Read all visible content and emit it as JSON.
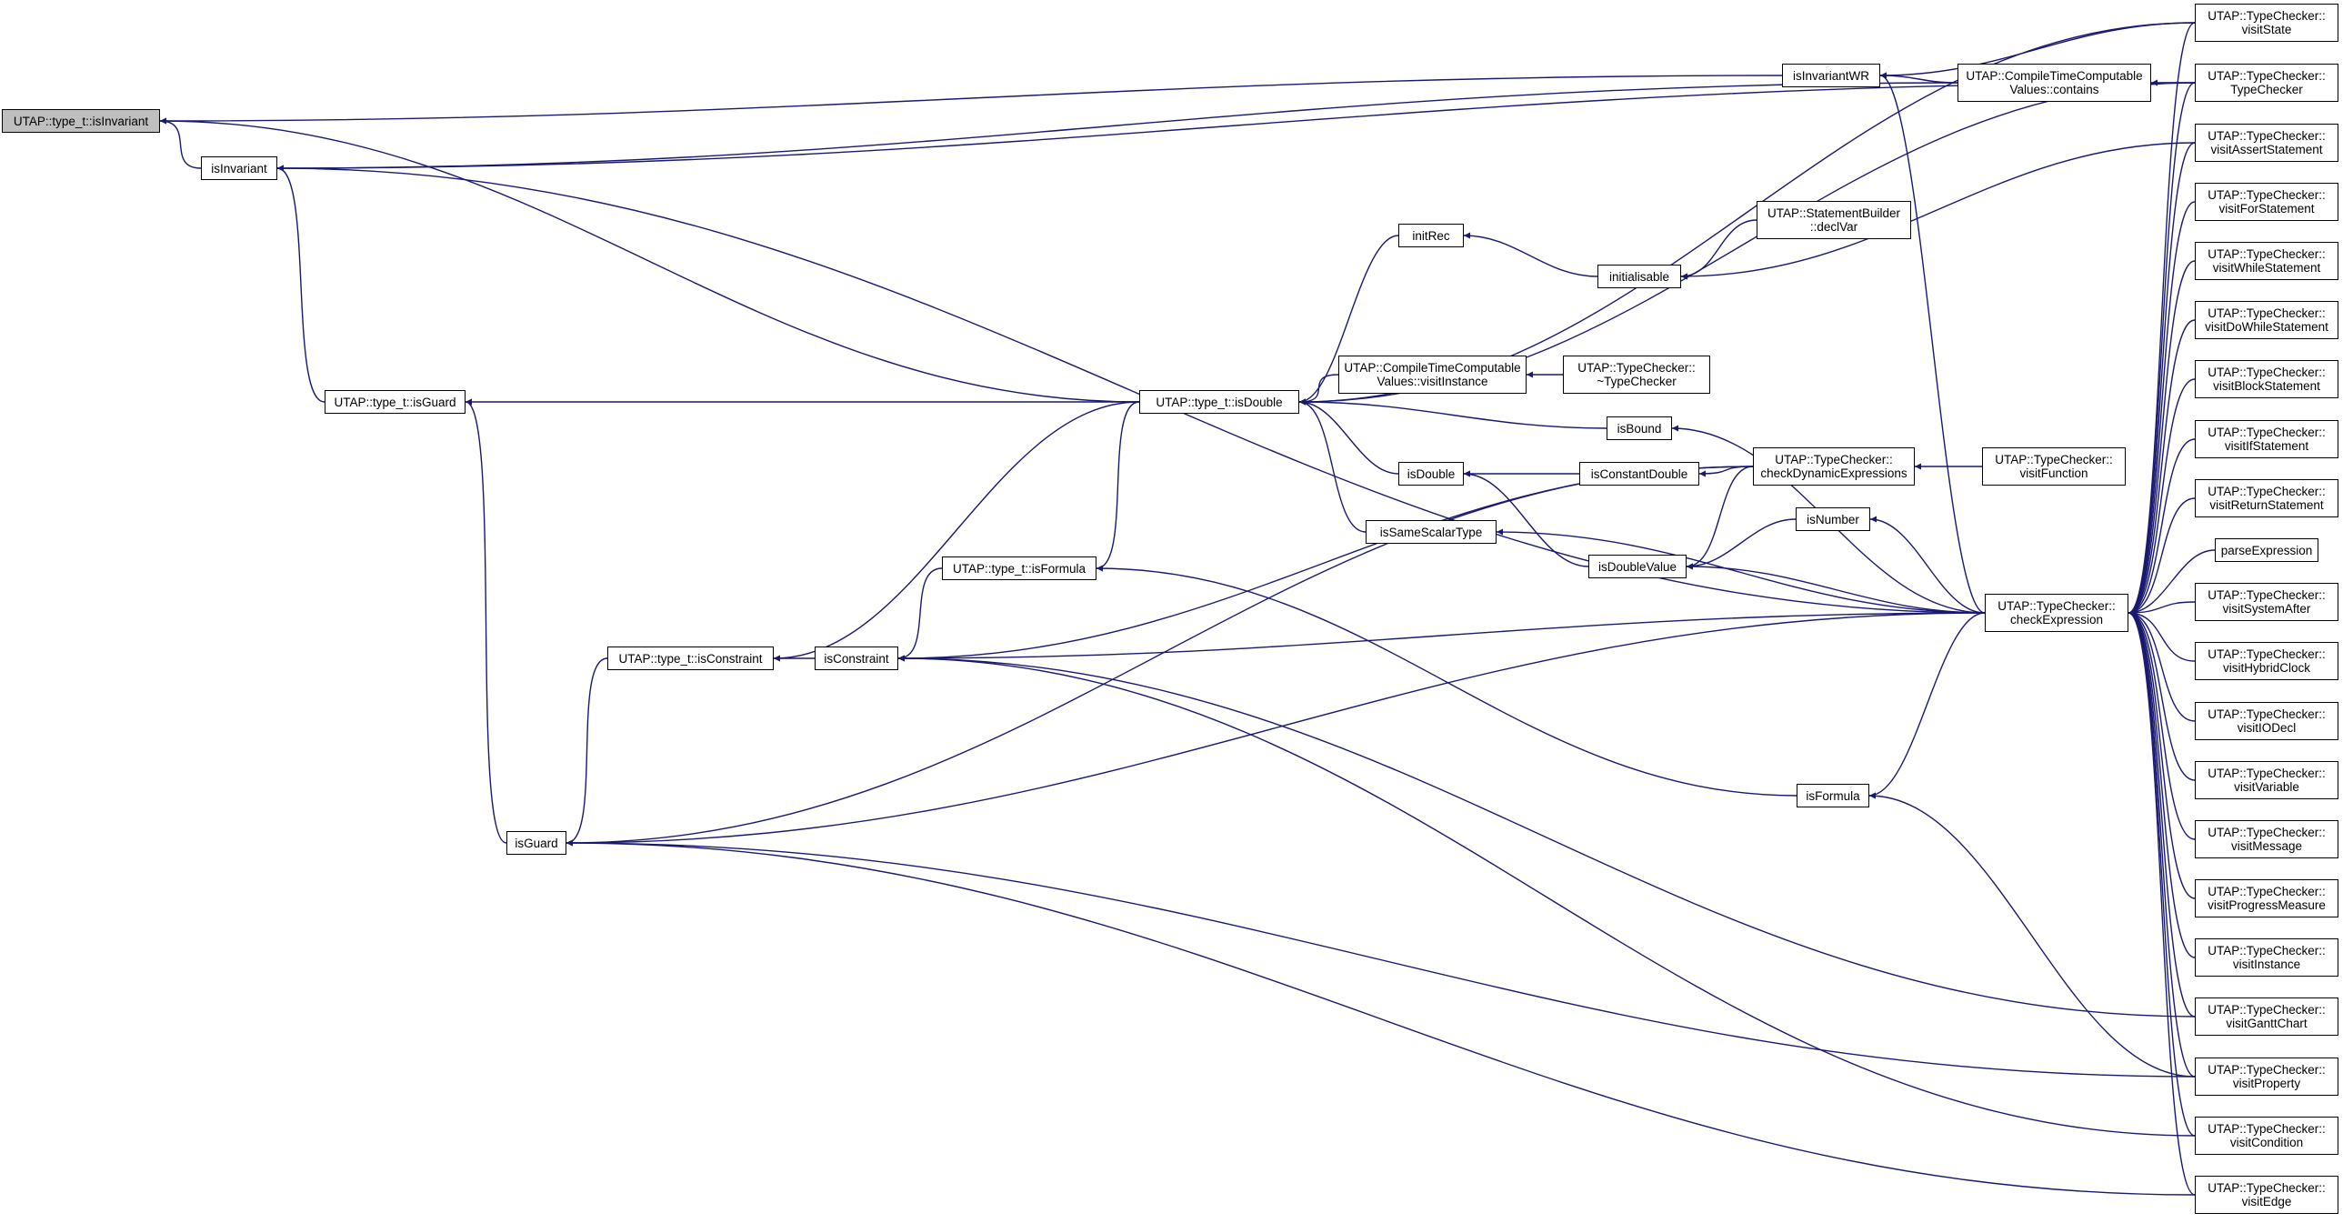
{
  "graph": {
    "edge_color": "#191970",
    "root_fill": "#bfbfbf",
    "nodes": [
      {
        "id": "root",
        "lines": [
          "UTAP::type_t::isInvariant"
        ],
        "root": true
      },
      {
        "id": "isInvariant",
        "lines": [
          "isInvariant"
        ]
      },
      {
        "id": "isGuardT",
        "lines": [
          "UTAP::type_t::isGuard"
        ]
      },
      {
        "id": "isGuard",
        "lines": [
          "isGuard"
        ]
      },
      {
        "id": "isConstraintT",
        "lines": [
          "UTAP::type_t::isConstraint"
        ]
      },
      {
        "id": "isConstraint",
        "lines": [
          "isConstraint"
        ]
      },
      {
        "id": "isFormulaT",
        "lines": [
          "UTAP::type_t::isFormula"
        ]
      },
      {
        "id": "isDoubleT",
        "lines": [
          "UTAP::type_t::isDouble"
        ]
      },
      {
        "id": "initRec",
        "lines": [
          "initRec"
        ]
      },
      {
        "id": "ctcVisitInstance",
        "lines": [
          "UTAP::CompileTimeComputable",
          "Values::visitInstance"
        ]
      },
      {
        "id": "isDouble",
        "lines": [
          "isDouble"
        ]
      },
      {
        "id": "isSameScalarType",
        "lines": [
          "isSameScalarType"
        ]
      },
      {
        "id": "initialisable",
        "lines": [
          "initialisable"
        ]
      },
      {
        "id": "declVar",
        "lines": [
          "UTAP::StatementBuilder",
          "::declVar"
        ]
      },
      {
        "id": "dtor",
        "lines": [
          "UTAP::TypeChecker::",
          "~TypeChecker"
        ]
      },
      {
        "id": "isBound",
        "lines": [
          "isBound"
        ]
      },
      {
        "id": "isConstantDouble",
        "lines": [
          "isConstantDouble"
        ]
      },
      {
        "id": "isDoubleValue",
        "lines": [
          "isDoubleValue"
        ]
      },
      {
        "id": "isNumber",
        "lines": [
          "isNumber"
        ]
      },
      {
        "id": "checkDyn",
        "lines": [
          "UTAP::TypeChecker::",
          "checkDynamicExpressions"
        ]
      },
      {
        "id": "visitFunction",
        "lines": [
          "UTAP::TypeChecker::",
          "visitFunction"
        ]
      },
      {
        "id": "isInvariantWR",
        "lines": [
          "isInvariantWR"
        ]
      },
      {
        "id": "contains",
        "lines": [
          "UTAP::CompileTimeComputable",
          "Values::contains"
        ]
      },
      {
        "id": "isFormula",
        "lines": [
          "isFormula"
        ]
      },
      {
        "id": "checkExpr",
        "lines": [
          "UTAP::TypeChecker::",
          "checkExpression"
        ]
      },
      {
        "id": "visitState",
        "lines": [
          "UTAP::TypeChecker::",
          "visitState"
        ]
      },
      {
        "id": "typeChecker",
        "lines": [
          "UTAP::TypeChecker::",
          "TypeChecker"
        ]
      },
      {
        "id": "visitAssert",
        "lines": [
          "UTAP::TypeChecker::",
          "visitAssertStatement"
        ]
      },
      {
        "id": "visitFor",
        "lines": [
          "UTAP::TypeChecker::",
          "visitForStatement"
        ]
      },
      {
        "id": "visitWhile",
        "lines": [
          "UTAP::TypeChecker::",
          "visitWhileStatement"
        ]
      },
      {
        "id": "visitDoWhile",
        "lines": [
          "UTAP::TypeChecker::",
          "visitDoWhileStatement"
        ]
      },
      {
        "id": "visitBlock",
        "lines": [
          "UTAP::TypeChecker::",
          "visitBlockStatement"
        ]
      },
      {
        "id": "visitIf",
        "lines": [
          "UTAP::TypeChecker::",
          "visitIfStatement"
        ]
      },
      {
        "id": "visitReturn",
        "lines": [
          "UTAP::TypeChecker::",
          "visitReturnStatement"
        ]
      },
      {
        "id": "parseExpression",
        "lines": [
          "parseExpression"
        ]
      },
      {
        "id": "visitSystemAfter",
        "lines": [
          "UTAP::TypeChecker::",
          "visitSystemAfter"
        ]
      },
      {
        "id": "visitHybridClock",
        "lines": [
          "UTAP::TypeChecker::",
          "visitHybridClock"
        ]
      },
      {
        "id": "visitIODecl",
        "lines": [
          "UTAP::TypeChecker::",
          "visitIODecl"
        ]
      },
      {
        "id": "visitVariable",
        "lines": [
          "UTAP::TypeChecker::",
          "visitVariable"
        ]
      },
      {
        "id": "visitMessage",
        "lines": [
          "UTAP::TypeChecker::",
          "visitMessage"
        ]
      },
      {
        "id": "visitProgress",
        "lines": [
          "UTAP::TypeChecker::",
          "visitProgressMeasure"
        ]
      },
      {
        "id": "visitInstance",
        "lines": [
          "UTAP::TypeChecker::",
          "visitInstance"
        ]
      },
      {
        "id": "visitGantt",
        "lines": [
          "UTAP::TypeChecker::",
          "visitGanttChart"
        ]
      },
      {
        "id": "visitProperty",
        "lines": [
          "UTAP::TypeChecker::",
          "visitProperty"
        ]
      },
      {
        "id": "visitCondition",
        "lines": [
          "UTAP::TypeChecker::",
          "visitCondition"
        ]
      },
      {
        "id": "visitEdge",
        "lines": [
          "UTAP::TypeChecker::",
          "visitEdge"
        ]
      }
    ],
    "edges": [
      [
        "isInvariant",
        "root"
      ],
      [
        "isDoubleT",
        "root"
      ],
      [
        "isInvariantWR",
        "root"
      ],
      [
        "isGuardT",
        "isInvariant"
      ],
      [
        "checkExpr",
        "isInvariant"
      ],
      [
        "contains",
        "isInvariant"
      ],
      [
        "typeChecker",
        "isInvariant"
      ],
      [
        "isDoubleT",
        "isGuardT"
      ],
      [
        "isGuard",
        "isGuardT"
      ],
      [
        "isConstraintT",
        "isGuard"
      ],
      [
        "checkDyn",
        "isGuard"
      ],
      [
        "checkExpr",
        "isGuard"
      ],
      [
        "visitProperty",
        "isGuard"
      ],
      [
        "visitEdge",
        "isGuard"
      ],
      [
        "isDoubleT",
        "isConstraintT"
      ],
      [
        "isConstraint",
        "isConstraintT"
      ],
      [
        "isFormulaT",
        "isConstraint"
      ],
      [
        "checkDyn",
        "isConstraint"
      ],
      [
        "checkExpr",
        "isConstraint"
      ],
      [
        "visitGantt",
        "isConstraint"
      ],
      [
        "visitCondition",
        "isConstraint"
      ],
      [
        "isDoubleT",
        "isFormulaT"
      ],
      [
        "isFormula",
        "isFormulaT"
      ],
      [
        "initRec",
        "isDoubleT"
      ],
      [
        "ctcVisitInstance",
        "isDoubleT"
      ],
      [
        "isDouble",
        "isDoubleT"
      ],
      [
        "isSameScalarType",
        "isDoubleT"
      ],
      [
        "isBound",
        "isDoubleT"
      ],
      [
        "visitState",
        "isDoubleT"
      ],
      [
        "typeChecker",
        "isDoubleT"
      ],
      [
        "initialisable",
        "initRec"
      ],
      [
        "declVar",
        "initialisable"
      ],
      [
        "visitAssert",
        "initialisable"
      ],
      [
        "dtor",
        "ctcVisitInstance"
      ],
      [
        "isConstantDouble",
        "isDouble"
      ],
      [
        "isDoubleValue",
        "isDouble"
      ],
      [
        "checkExpr",
        "isSameScalarType"
      ],
      [
        "checkDyn",
        "isConstantDouble"
      ],
      [
        "checkDyn",
        "isDoubleValue"
      ],
      [
        "isNumber",
        "isDoubleValue"
      ],
      [
        "checkExpr",
        "isDoubleValue"
      ],
      [
        "checkExpr",
        "isNumber"
      ],
      [
        "visitFunction",
        "checkDyn"
      ],
      [
        "checkExpr",
        "isBound"
      ],
      [
        "contains",
        "isInvariantWR"
      ],
      [
        "checkExpr",
        "isInvariantWR"
      ],
      [
        "visitState",
        "isInvariantWR"
      ],
      [
        "typeChecker",
        "contains"
      ],
      [
        "checkExpr",
        "isFormula"
      ],
      [
        "visitProperty",
        "isFormula"
      ],
      [
        "visitState",
        "checkExpr"
      ],
      [
        "typeChecker",
        "checkExpr"
      ],
      [
        "visitAssert",
        "checkExpr"
      ],
      [
        "visitFor",
        "checkExpr"
      ],
      [
        "visitWhile",
        "checkExpr"
      ],
      [
        "visitDoWhile",
        "checkExpr"
      ],
      [
        "visitBlock",
        "checkExpr"
      ],
      [
        "visitIf",
        "checkExpr"
      ],
      [
        "visitReturn",
        "checkExpr"
      ],
      [
        "parseExpression",
        "checkExpr"
      ],
      [
        "visitSystemAfter",
        "checkExpr"
      ],
      [
        "visitHybridClock",
        "checkExpr"
      ],
      [
        "visitIODecl",
        "checkExpr"
      ],
      [
        "visitVariable",
        "checkExpr"
      ],
      [
        "visitMessage",
        "checkExpr"
      ],
      [
        "visitProgress",
        "checkExpr"
      ],
      [
        "visitInstance",
        "checkExpr"
      ],
      [
        "visitGantt",
        "checkExpr"
      ],
      [
        "visitProperty",
        "checkExpr"
      ],
      [
        "visitCondition",
        "checkExpr"
      ],
      [
        "visitEdge",
        "checkExpr"
      ]
    ]
  }
}
